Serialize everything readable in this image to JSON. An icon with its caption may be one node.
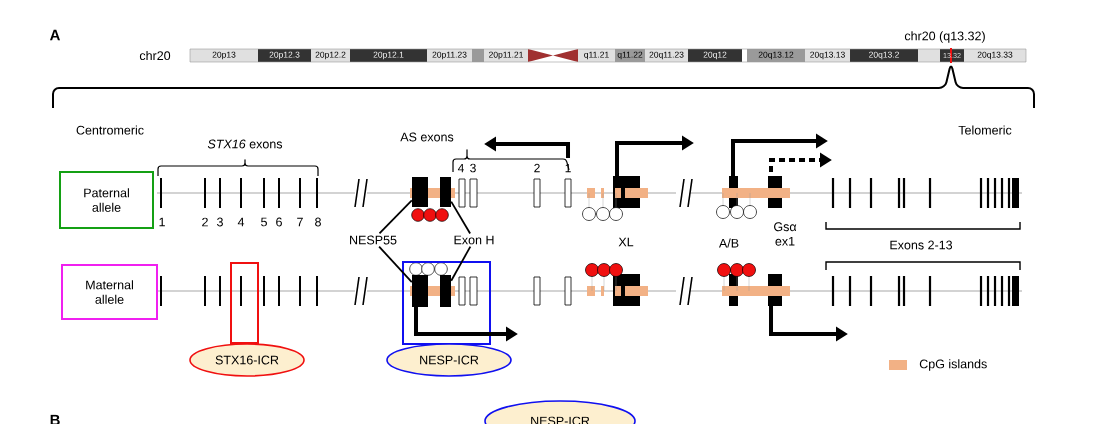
{
  "diagram": {
    "nodes": [
      {
        "text": [
          "Paternal allele"
        ]
      },
      {
        "text": [
          "Maternal allele"
        ]
      },
      {
        "text": [
          "NESP55"
        ]
      },
      {
        "text": [
          "Exon H"
        ]
      },
      {
        "text": [],
        "shape": "box"
      },
      {
        "text": [],
        "shape": "box"
      },
      {
        "text": [],
        "shape": "box"
      },
      {
        "text": [],
        "shape": "box"
      },
      {
        "text": [
          "STX16-ICR"
        ]
      },
      {
        "text": [
          "NESP-ICR"
        ]
      },
      {
        "text": [
          "NESP-ICR"
        ]
      }
    ],
    "edges": [
      {
        "from": 2,
        "to": 4,
        "arrow": "none"
      },
      {
        "from": 3,
        "to": 5,
        "arrow": "none"
      },
      {
        "from": 2,
        "to": 6,
        "arrow": "none"
      },
      {
        "from": 3,
        "to": 7,
        "arrow": "none"
      }
    ],
    "labels": [
      "A",
      "chr20",
      "20p13",
      "20p12.3",
      "20p12.2",
      "20p12.1",
      "20p11.23",
      "20p11.21",
      "q11.21",
      "q11.22",
      "20q11.23",
      "20q12",
      "20q13.12",
      "20q13.13",
      "20q13.2",
      "13.32",
      "20q13.33",
      "chr20 (q13.32)",
      "Centromeric",
      "Telomeric",
      "*STX16* exons",
      "AS exons",
      "4",
      "3",
      "2",
      "1",
      "1",
      "2",
      "3",
      "4",
      "5",
      "6",
      "7",
      "8",
      "XL",
      "A/B",
      "Gsα ex1",
      "Exons 2-13",
      "B"
    ],
    "legend": [
      {
        "text": "CpG islands",
        "color": "#f2b185"
      }
    ]
  }
}
